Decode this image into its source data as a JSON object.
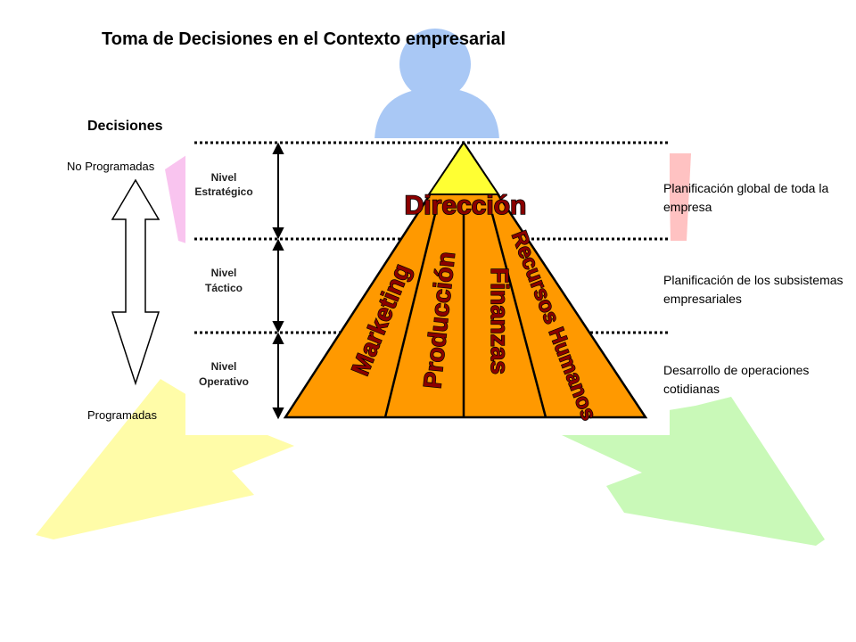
{
  "title": "Toma de Decisiones en el Contexto empresarial",
  "decisions": {
    "heading": "Decisiones",
    "top_label": "No Programadas",
    "bottom_label": "Programadas"
  },
  "levels": [
    {
      "line1": "Nivel",
      "line2": "Estratégico",
      "description": "Planificación global de toda la empresa"
    },
    {
      "line1": "Nivel",
      "line2": "Táctico",
      "description": "Planificación de los subsistemas empresariales"
    },
    {
      "line1": "Nivel",
      "line2": "Operativo",
      "description": "Desarrollo de operaciones cotidianas"
    }
  ],
  "pyramid": {
    "apex_label": "Dirección",
    "areas": [
      "Marketing",
      "Producción",
      "Finanzas",
      "Recursos Humanos"
    ]
  },
  "colors": {
    "apex": "#ffff33",
    "body": "#ff9900",
    "pyramid_text": "#8b0000",
    "bg_blue": "#a9c8f5",
    "bg_pink": "#f9c4ef",
    "bg_yellow": "#fffca8",
    "bg_green": "#c9f9b8",
    "bg_red": "#ffc2c2"
  }
}
